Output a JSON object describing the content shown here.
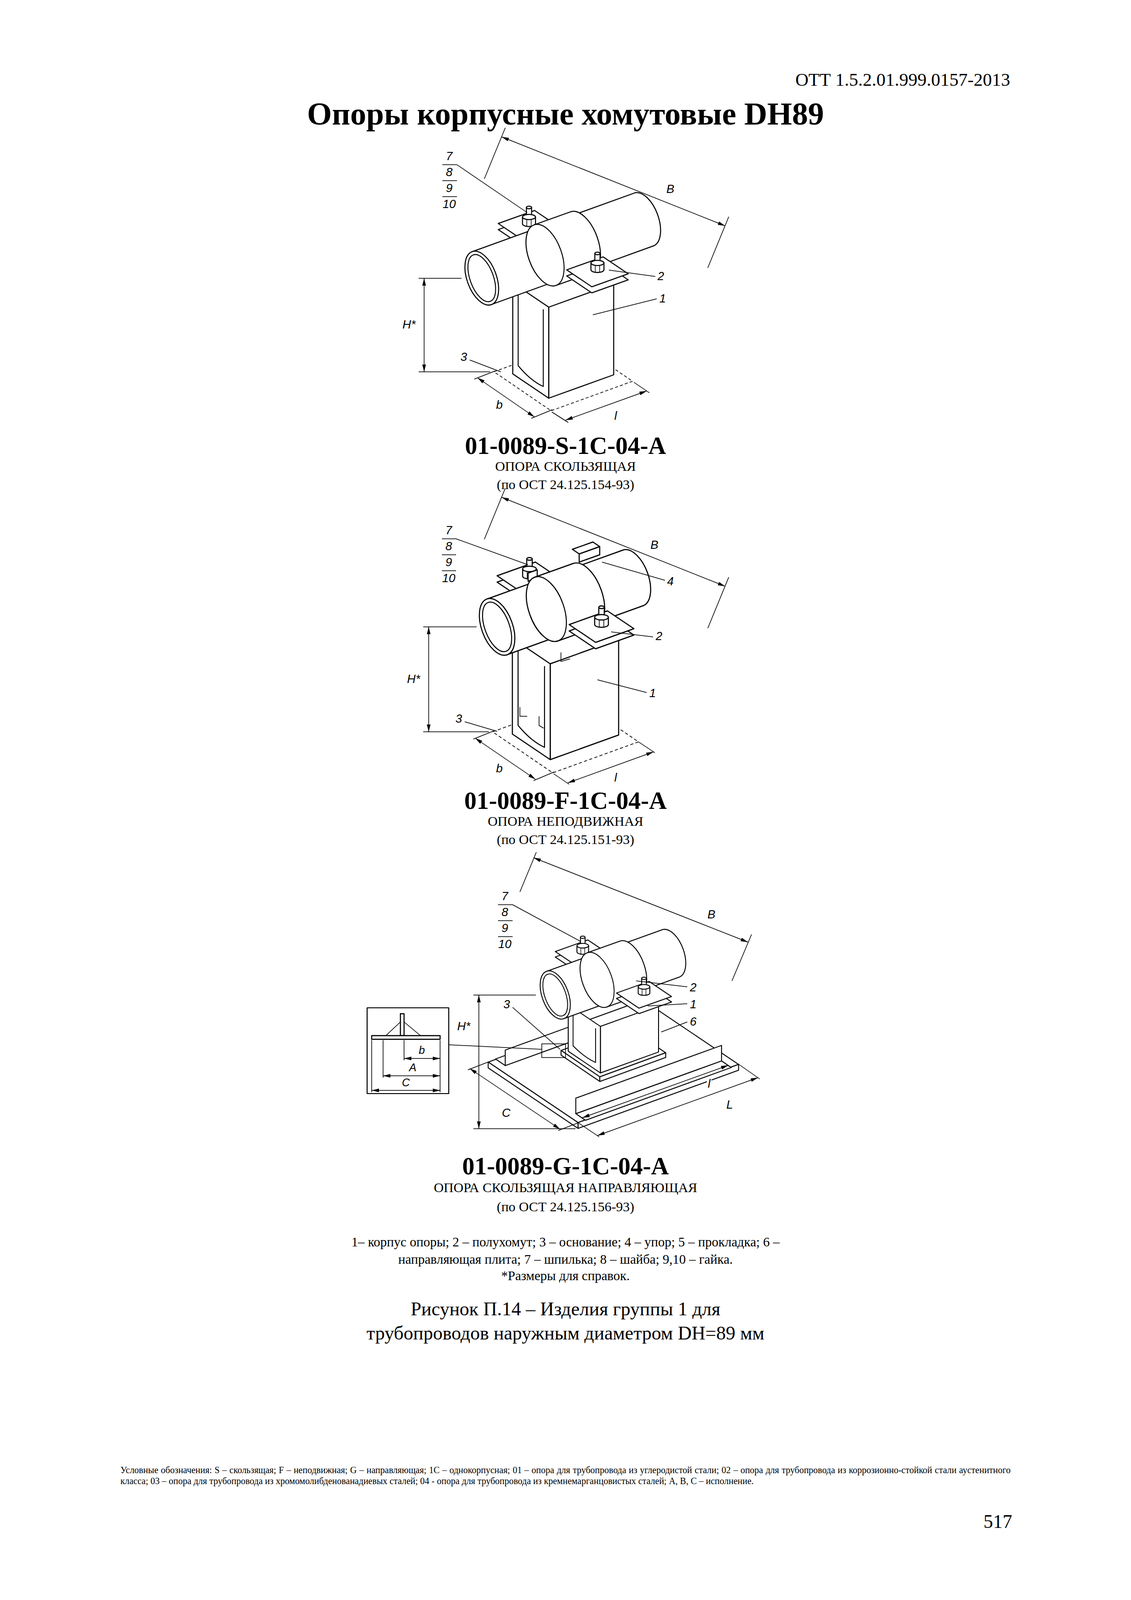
{
  "diagram": {
    "title": "Опоры корпусные хомутовые DH89",
    "caption": "Рисунок П.14 – Изделия группы 1 для трубопроводов наружным диаметром DH=89 мм",
    "labels": [
      "ОТТ 1.5.2.01.999.0157-2013",
      "7",
      "8",
      "9",
      "10",
      "В",
      "H*",
      "2",
      "1",
      "3",
      "b",
      "l",
      "01-0089-S-1C-04-A",
      "ОПОРА СКОЛЬЗЯЩАЯ",
      "(по ОСТ 24.125.154-93)",
      "7",
      "8",
      "9",
      "10",
      "В",
      "4",
      "H*",
      "2",
      "1",
      "3",
      "b",
      "l",
      "01-0089-F-1C-04-A",
      "ОПОРА НЕПОДВИЖНАЯ",
      "(по ОСТ 24.125.151-93)",
      "7",
      "8",
      "9",
      "10",
      "В",
      "H*",
      "3",
      "2",
      "1",
      "6",
      "b",
      "A",
      "C",
      "C",
      "l",
      "L",
      "01-0089-G-1C-04-A",
      "ОПОРА СКОЛЬЗЯЩАЯ НАПРАВЛЯЮЩАЯ",
      "(по ОСТ 24.125.156-93)",
      "1– корпус опоры; 2 – полухомут; 3 – основание; 4 – упор; 5 – прокладка; 6 – направляющая плита; 7 – шпилька; 8 – шайба; 9,10 – гайка.",
      "*Размеры для справок.",
      "Условные обозначения: S – скользящая; F – неподвижная; G – направляющая; 1С – однокорпусная; 01 – опора для трубопровода из углеродистой стали; 02 – опора для трубопровода из коррозионно-стойкой стали аустенитного класса; 03 – опора для трубопровода из хромомолибденованадиевых сталей; 04 - опора для трубопровода из кремнемарганцовистых сталей; A, B, C – исполнение.",
      "517"
    ]
  }
}
